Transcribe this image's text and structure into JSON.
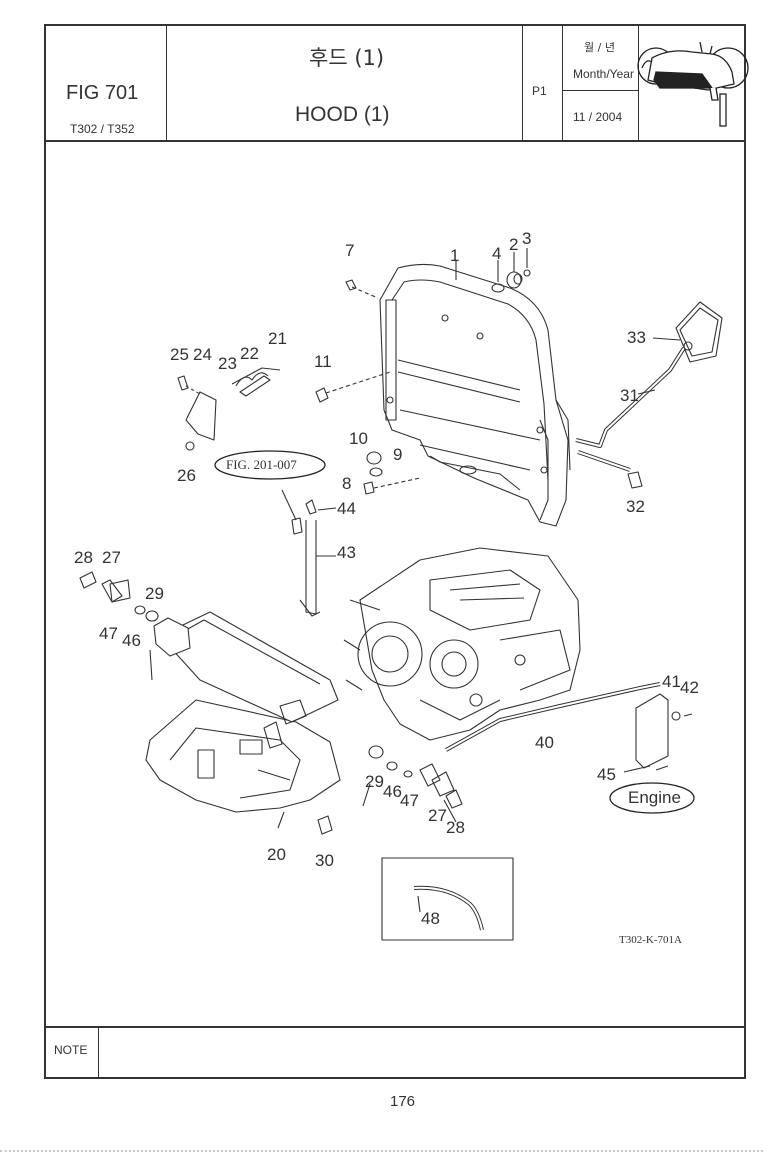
{
  "header": {
    "fig_number": "FIG 701",
    "models": "T302 / T352",
    "title_korean": "후드 (1)",
    "title_english": "HOOD (1)",
    "page_code": "P1",
    "month_year_korean": "월 / 년",
    "month_year_label": "Month/Year",
    "date": "11 / 2004"
  },
  "diagram": {
    "part_labels": [
      "1",
      "2",
      "3",
      "4",
      "7",
      "8",
      "9",
      "10",
      "11",
      "20",
      "21",
      "22",
      "23",
      "24",
      "25",
      "26",
      "27",
      "28",
      "29",
      "30",
      "31",
      "32",
      "33",
      "40",
      "41",
      "42",
      "43",
      "44",
      "45",
      "46",
      "47",
      "48"
    ],
    "extra_labels": [
      "28",
      "27",
      "29",
      "47",
      "46",
      "29",
      "46",
      "47",
      "27",
      "28"
    ],
    "reference_callout": "FIG. 201-007",
    "engine_callout": "Engine",
    "drawing_code": "T302-K-701A"
  },
  "footer": {
    "note_label": "NOTE",
    "page_number": "176"
  }
}
